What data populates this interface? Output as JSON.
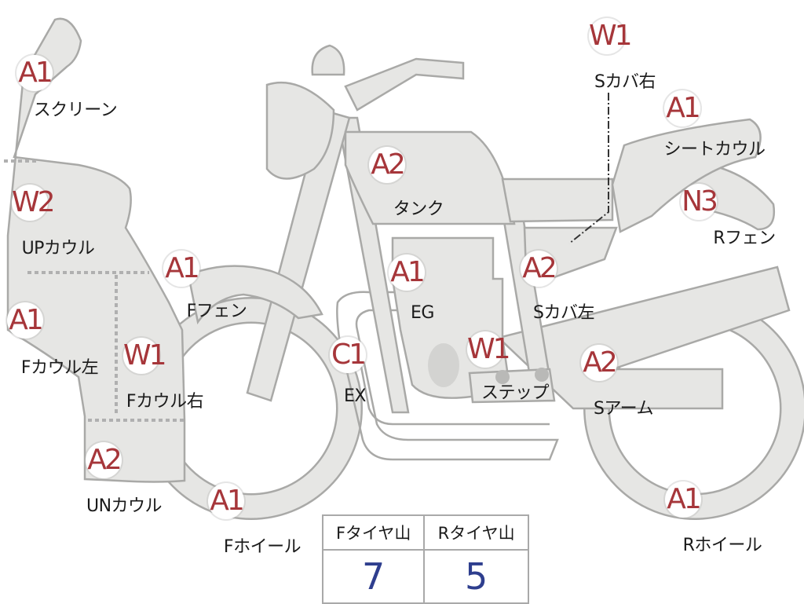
{
  "parts": [
    {
      "id": "screen",
      "grade": "A1",
      "label": "スクリーン"
    },
    {
      "id": "up-cowl",
      "grade": "W2",
      "label": "UPカウル"
    },
    {
      "id": "f-cowl-left",
      "grade": "A1",
      "label": "Fカウル左"
    },
    {
      "id": "f-cowl-right",
      "grade": "W1",
      "label": "Fカウル右"
    },
    {
      "id": "un-cowl",
      "grade": "A2",
      "label": "UNカウル"
    },
    {
      "id": "f-fender",
      "grade": "A1",
      "label": "Fフェン"
    },
    {
      "id": "f-wheel",
      "grade": "A1",
      "label": "Fホイール"
    },
    {
      "id": "ex",
      "grade": "C1",
      "label": "EX"
    },
    {
      "id": "tank",
      "grade": "A2",
      "label": "タンク"
    },
    {
      "id": "eg",
      "grade": "A1",
      "label": "EG"
    },
    {
      "id": "step",
      "grade": "W1",
      "label": "ステップ"
    },
    {
      "id": "s-cover-left",
      "grade": "A2",
      "label": "Sカバ左"
    },
    {
      "id": "s-cover-right",
      "grade": "W1",
      "label": "Sカバ右"
    },
    {
      "id": "seat-cowl",
      "grade": "A1",
      "label": "シートカウル"
    },
    {
      "id": "r-fender",
      "grade": "N3",
      "label": "Rフェン"
    },
    {
      "id": "s-arm",
      "grade": "A2",
      "label": "Sアーム"
    },
    {
      "id": "r-wheel",
      "grade": "A1",
      "label": "Rホイール"
    }
  ],
  "tire_tread": {
    "front_header": "Fタイヤ山",
    "rear_header": "Rタイヤ山",
    "front_value": "7",
    "rear_value": "5"
  },
  "colors": {
    "grade_text": "#a6363a",
    "tire_value_text": "#2e3e8e",
    "part_fill": "#e6e6e4",
    "part_stroke": "#a9a9a7"
  }
}
